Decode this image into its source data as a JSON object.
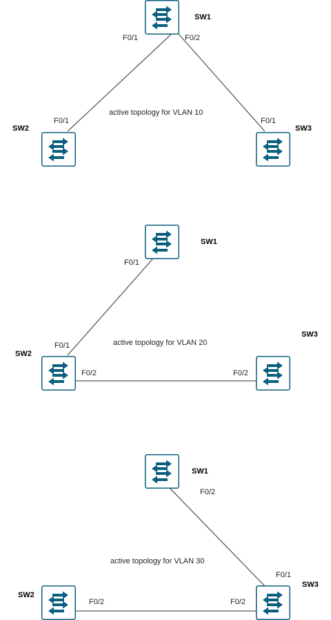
{
  "diagrams": [
    {
      "caption": "active topology for VLAN 10",
      "switches": {
        "sw1": "SW1",
        "sw2": "SW2",
        "sw3": "SW3"
      },
      "ports": {
        "sw1_to_sw2": "F0/1",
        "sw1_to_sw3": "F0/2",
        "sw2_to_sw1": "F0/1",
        "sw3_to_sw1": "F0/1"
      }
    },
    {
      "caption": "active topology for VLAN 20",
      "switches": {
        "sw1": "SW1",
        "sw2": "SW2",
        "sw3": "SW3"
      },
      "ports": {
        "sw1_to_sw2": "F0/1",
        "sw2_to_sw1": "F0/1",
        "sw2_to_sw3": "F0/2",
        "sw3_to_sw2": "F0/2"
      }
    },
    {
      "caption": "active topology for VLAN 30",
      "switches": {
        "sw1": "SW1",
        "sw2": "SW2",
        "sw3": "SW3"
      },
      "ports": {
        "sw1_to_sw3": "F0/2",
        "sw3_to_sw1": "F0/1",
        "sw2_to_sw3": "F0/2",
        "sw3_to_sw2": "F0/2"
      }
    }
  ],
  "icons": {
    "switch": "network-switch-icon"
  },
  "colors": {
    "switch": "#0b5e7e",
    "link": "#5a5a5a"
  }
}
